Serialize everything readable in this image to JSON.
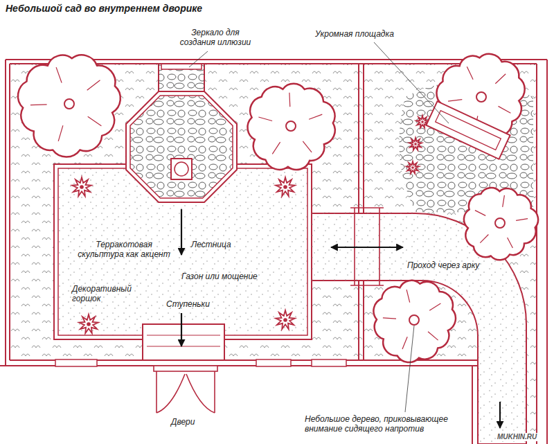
{
  "diagram": {
    "title": "Небольшой сад во внутреннем дворике",
    "labels": [
      "Зеркало для создания иллюзии",
      "Укромная площадка",
      "Терракотовая скульптура как акцент",
      "Лестница",
      "Газон или мощение",
      "Декоративный горшок",
      "Ступеньки",
      "Проход через арку",
      "Двери",
      "Небольшое дерево, приковывающее внимание сидящего напротив",
      "MUKHIN.RU"
    ]
  }
}
